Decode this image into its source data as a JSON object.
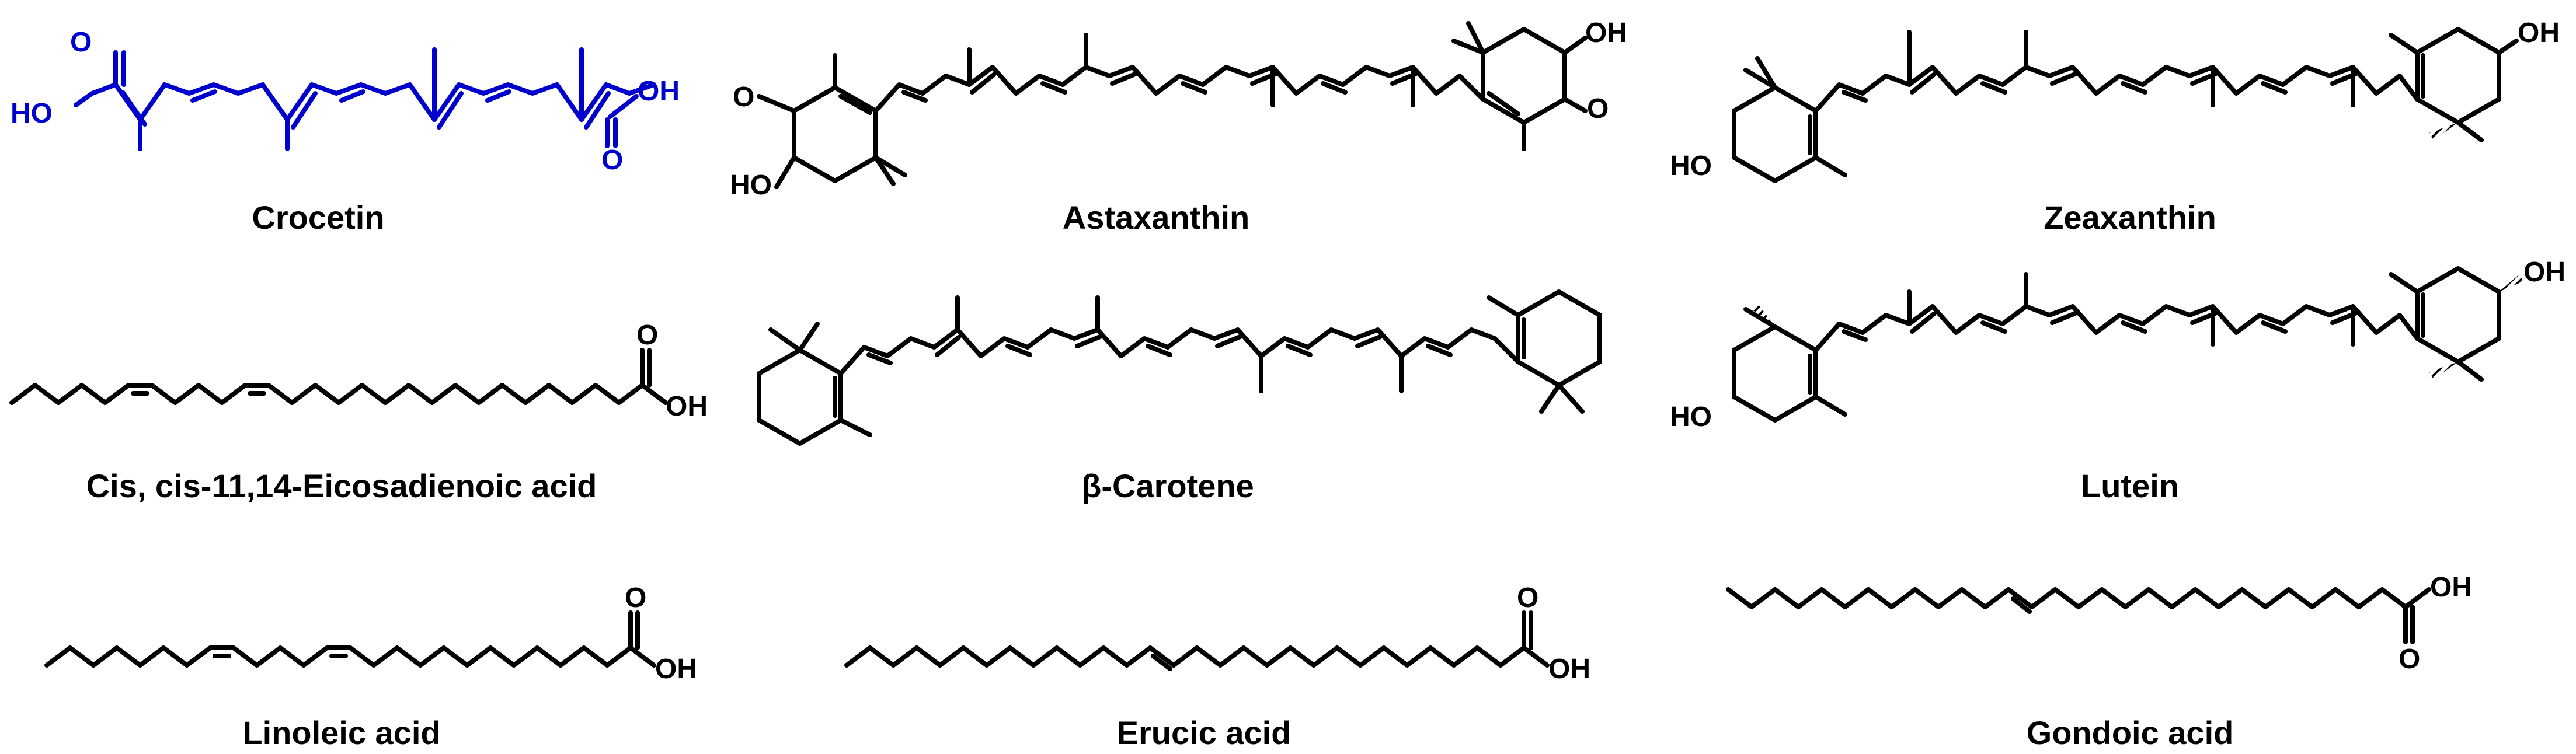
{
  "figure": {
    "highlight_color": "#0000cc",
    "bond_color": "#000000",
    "compounds": [
      {
        "name": "Crocetin",
        "highlighted": true,
        "atoms": {
          "ho_left": "HO",
          "o_left": "O",
          "oh_right": "OH",
          "o_right": "O"
        }
      },
      {
        "name": "Astaxanthin",
        "atoms": {
          "o_left": "O",
          "ho_left": "HO",
          "oh_right": "OH",
          "o_right": "O"
        }
      },
      {
        "name": "Zeaxanthin",
        "atoms": {
          "oh_right": "OH",
          "ho_left": "HO"
        }
      },
      {
        "name": "Cis, cis-11,14-Eicosadienoic acid",
        "atoms": {
          "o": "O",
          "oh": "OH"
        }
      },
      {
        "name": "β-Carotene",
        "atoms": {}
      },
      {
        "name": "Lutein",
        "atoms": {
          "oh_right": "OH",
          "ho_left": "HO"
        }
      },
      {
        "name": "Linoleic acid",
        "atoms": {
          "o": "O",
          "oh": "OH"
        }
      },
      {
        "name": "Erucic acid",
        "atoms": {
          "o": "O",
          "oh": "OH"
        }
      },
      {
        "name": "Gondoic acid",
        "atoms": {
          "oh": "OH",
          "o": "O"
        }
      }
    ]
  }
}
